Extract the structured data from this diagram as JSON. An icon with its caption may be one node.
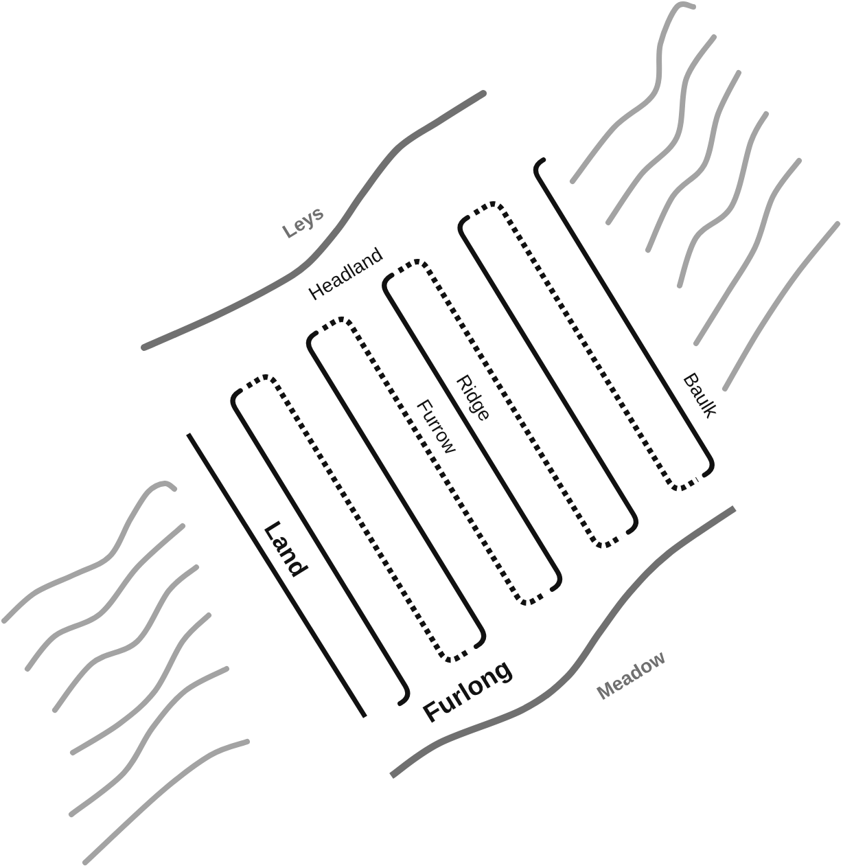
{
  "diagram": {
    "labels": [
      "Leys",
      "Headland",
      "Furrow",
      "Ridge",
      "Baulk",
      "Land",
      "Furlong",
      "Meadow"
    ]
  }
}
